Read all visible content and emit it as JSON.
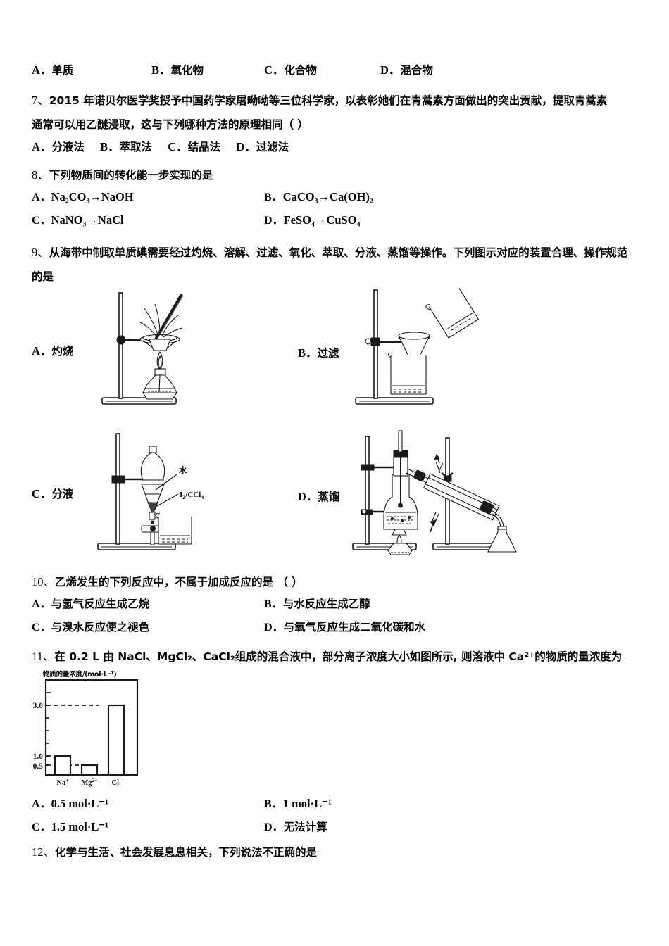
{
  "document": {
    "type": "chemistry-exam-paper",
    "language": "zh-CN"
  },
  "q6_options": {
    "a_label": "A．",
    "a_text": "单质",
    "b_label": "B．",
    "b_text": "氧化物",
    "c_label": "C．",
    "c_text": "化合物",
    "d_label": "D．",
    "d_text": "混合物"
  },
  "q7": {
    "number": "7、",
    "stem_line1": "2015 年诺贝尔医学奖授予中国药学家屠呦呦等三位科学家，以表彰她们在青蒿素方面做出的突出贡献，提取青蒿素",
    "stem_line2": "通常可以用乙醚浸取，这与下列哪种方法的原理相同（    ）",
    "options": [
      {
        "label": "A．",
        "text": "分液法"
      },
      {
        "label": "B．",
        "text": "萃取法"
      },
      {
        "label": "C．",
        "text": "结晶法"
      },
      {
        "label": "D．",
        "text": "过滤法"
      }
    ]
  },
  "q8": {
    "number": "8、",
    "stem": "下列物质间的转化能一步实现的是",
    "options": {
      "a_label": "A．",
      "a_formula": "Na₂CO₃→NaOH",
      "b_label": "B．",
      "b_formula": "CaCO₃→Ca(OH)₂",
      "c_label": "C．",
      "c_formula": "NaNO₃→NaCl",
      "d_label": "D．",
      "d_formula": "FeSO₄→CuSO₄"
    }
  },
  "q9": {
    "number": "9、",
    "stem_line1": "从海带中制取单质碘需要经过灼烧、溶解、过滤、氧化、萃取、分液、蒸馏等操作。下列图示对应的装置合理、操作规范",
    "stem_line2": "的是",
    "figures": [
      {
        "label": "A．",
        "text": "灼烧",
        "apparatus": "crucible-on-stand-with-alcohol-lamp"
      },
      {
        "label": "B．",
        "text": "过滤",
        "apparatus": "funnel-filtration-with-beaker"
      },
      {
        "label": "C．",
        "text": "分液",
        "apparatus": "separatory-funnel",
        "annotations": [
          "水",
          "I₂/CCl₄"
        ]
      },
      {
        "label": "D．",
        "text": "蒸馏",
        "apparatus": "distillation-with-condenser"
      }
    ]
  },
  "q10": {
    "number": "10、",
    "stem": "乙烯发生的下列反应中，不属于加成反应的是  （   ）",
    "options": {
      "a_label": "A．",
      "a_text": "与氢气反应生成乙烷",
      "b_label": "B．",
      "b_text": "与水反应生成乙醇",
      "c_label": "C．",
      "c_text": "与溴水反应使之褪色",
      "d_label": "D．",
      "d_text": "与氧气反应生成二氧化碳和水"
    }
  },
  "q11": {
    "number": "11、",
    "stem": "在 0.2 L 由 NaCl、MgCl₂、CaCl₂组成的混合液中，部分离子浓度大小如图所示, 则溶液中 Ca²⁺的物质的量浓度为",
    "options": {
      "a_label": "A．",
      "a_text": "0.5 mol·L⁻¹",
      "b_label": "B．",
      "b_text": "1 mol·L⁻¹",
      "c_label": "C．",
      "c_text": "1.5 mol·L⁻¹",
      "d_label": "D．",
      "d_text": "无法计算"
    }
  },
  "q12": {
    "number": "12、",
    "stem": "化学与生活、社会发展息息相关，下列说法不正确的是"
  },
  "chart_data": {
    "type": "bar",
    "title": "物质的量浓度/(mol·L⁻¹)",
    "categories": [
      "Na⁺",
      "Mg²⁺",
      "Cl⁻"
    ],
    "values": [
      1.0,
      0.5,
      3.0
    ],
    "ytick_labels": [
      "3.0",
      "1.0",
      "0.5"
    ],
    "ytick_values": [
      3.0,
      1.0,
      0.5
    ],
    "ylim": [
      0,
      3.8
    ],
    "xlabel": "",
    "ylabel": "物质的量浓度/(mol·L⁻¹)",
    "grid": false,
    "gridline_style": "dashed-leader-to-bar",
    "legend": "none",
    "bar_fill": "#ffffff",
    "bar_stroke": "#1a1a1a"
  }
}
